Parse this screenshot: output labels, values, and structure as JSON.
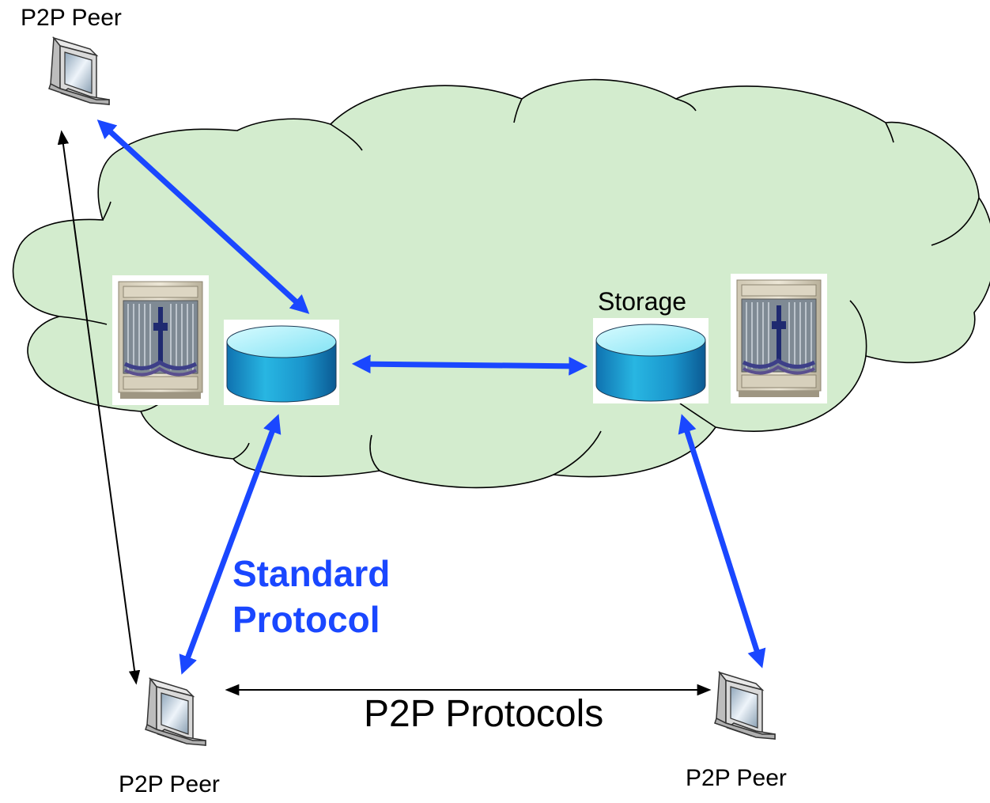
{
  "labels": {
    "peer_top": "P2P Peer",
    "peer_bottom_left": "P2P Peer",
    "peer_bottom_right": "P2P Peer",
    "storage": "Storage",
    "standard_protocol_line1": "Standard",
    "standard_protocol_line2": "Protocol",
    "p2p_protocols": "P2P Protocols"
  },
  "colors": {
    "cloud_fill": "#d3ecce",
    "standard_arrow": "#1a47ff",
    "thin_arrow": "#000000",
    "storage_top": "#aaf4ff",
    "storage_side": "#1793c9"
  },
  "icons": [
    "computer-monitor-icon",
    "server-rack-icon",
    "storage-cylinder-icon"
  ]
}
